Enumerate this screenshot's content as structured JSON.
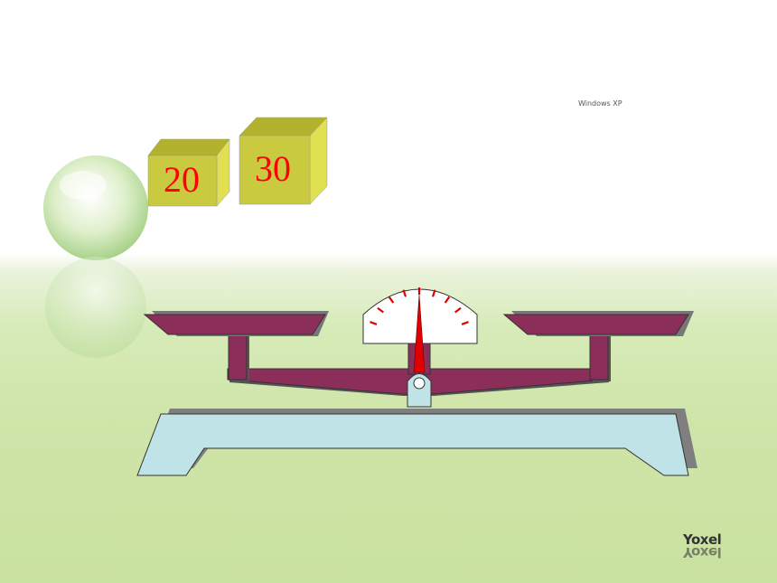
{
  "watermark": "Windows XP",
  "brand": "Yoxel",
  "weights": [
    {
      "label": "20"
    },
    {
      "label": "30"
    }
  ],
  "dial": {
    "needle_reading": 0,
    "tick_count": 9
  },
  "colors": {
    "pan": "#8b2e59",
    "base": "#bfe3e6",
    "weight_front": "#caca40",
    "weight_top": "#b2b22e",
    "weight_side": "#e0e050",
    "needle": "#e00000",
    "label": "#ff0000"
  }
}
